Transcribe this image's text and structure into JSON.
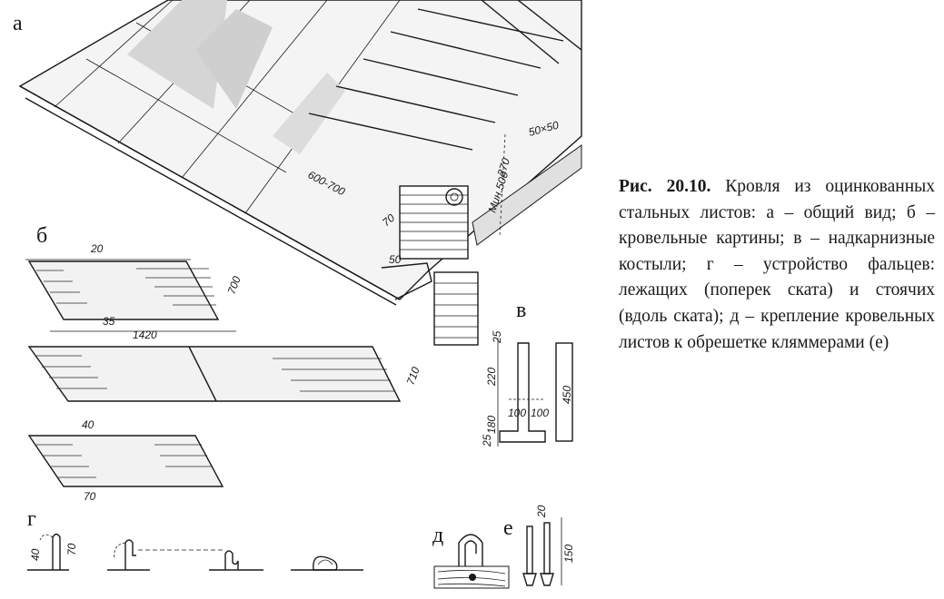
{
  "figure": {
    "caption_label": "Рис. 20.10.",
    "caption_text": "Кровля из оцинкованных стальных листов: а – общий вид; б – кровельные картины; в – надкарнизные костыли; г – устройство фальцев: лежащих (поперек ската) и стоячих (вдоль ската); д – крепление кровельных листов к обрешетке кляммерами (е)"
  },
  "labels": {
    "a": "а",
    "b": "б",
    "v": "в",
    "g": "г",
    "d": "д",
    "e": "е"
  },
  "dimensions": {
    "a_batten": "50×50",
    "a_270": "270",
    "a_min500": "Мин.500",
    "a_600_700": "600-700",
    "a_50": "50",
    "a_70": "70",
    "b1_20": "20",
    "b1_700": "700",
    "b1_35": "35",
    "b1_1420": "1420",
    "b2_710": "710",
    "b3_40": "40",
    "b3_70": "70",
    "v_25_top": "25",
    "v_220": "220",
    "v_450": "450",
    "v_100_left": "100",
    "v_100_right": "100",
    "v_180": "180",
    "v_25_bottom": "25",
    "g_40": "40",
    "g_70": "70",
    "e_20": "20",
    "e_150": "150"
  }
}
